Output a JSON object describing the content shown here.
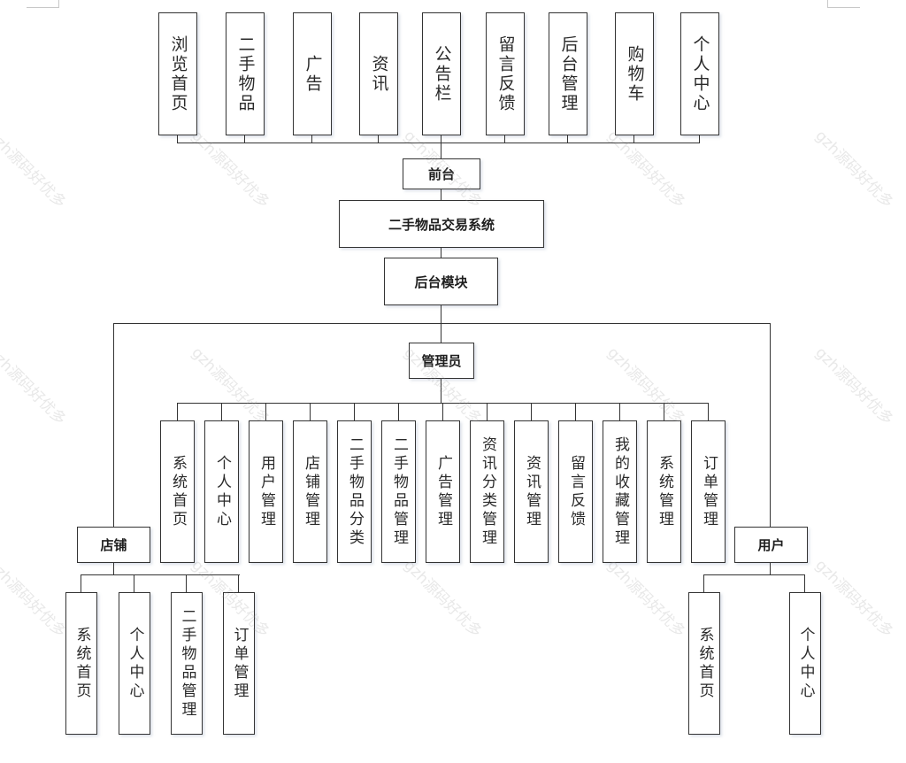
{
  "diagram": {
    "title": "二手物品交易系统",
    "watermark": "gzh源码好优多",
    "frontend": {
      "label": "前台",
      "modules": [
        "浏览首页",
        "二手物品",
        "广告",
        "资讯",
        "公告栏",
        "留言反馈",
        "后台管理",
        "购物车",
        "个人中心"
      ]
    },
    "backend": {
      "label": "后台模块",
      "admin": {
        "label": "管理员",
        "modules": [
          "系统首页",
          "个人中心",
          "用户管理",
          "店铺管理",
          "二手物品分类",
          "二手物品管理",
          "广告管理",
          "资讯分类管理",
          "资讯管理",
          "留言反馈",
          "我的收藏管理",
          "系统管理",
          "订单管理"
        ]
      },
      "shop": {
        "label": "店铺",
        "modules": [
          "系统首页",
          "个人中心",
          "二手物品管理",
          "订单管理"
        ]
      },
      "user": {
        "label": "用户",
        "modules": [
          "系统首页",
          "个人中心"
        ]
      }
    }
  }
}
